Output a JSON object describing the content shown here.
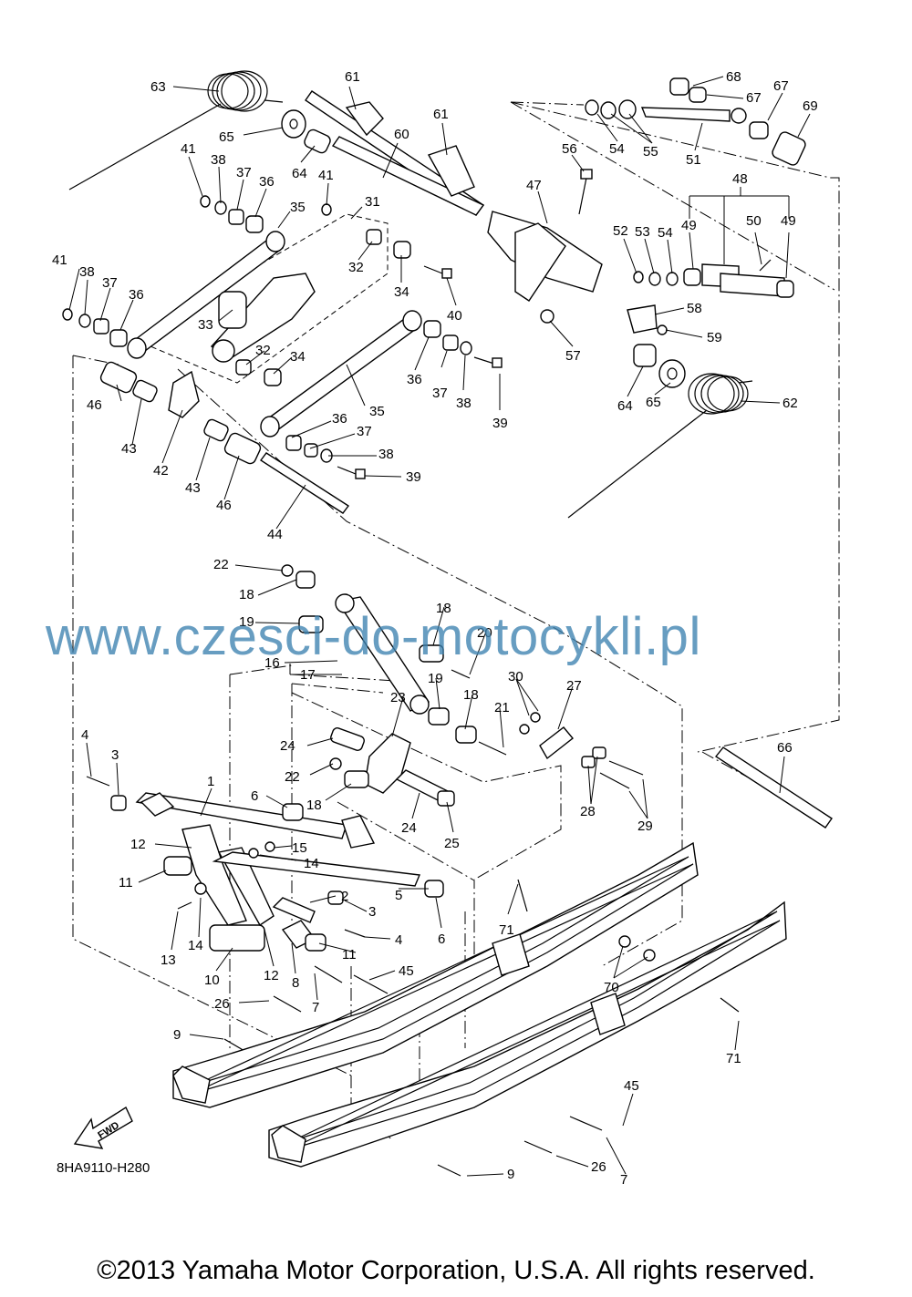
{
  "diagram": {
    "code": "8HA9110-H280",
    "fwd_label": "FWD",
    "watermark": "www.czesci-do-motocykli.pl",
    "copyright": "©2013 Yamaha Motor Corporation, U.S.A. All rights reserved."
  },
  "callouts": [
    "63",
    "61",
    "61",
    "65",
    "60",
    "64",
    "41",
    "38",
    "37",
    "36",
    "35",
    "31",
    "41",
    "68",
    "67",
    "67",
    "69",
    "54",
    "55",
    "51",
    "56",
    "47",
    "48",
    "52",
    "53",
    "54",
    "49",
    "50",
    "49",
    "41",
    "38",
    "37",
    "36",
    "33",
    "32",
    "34",
    "32",
    "40",
    "34",
    "58",
    "57",
    "59",
    "36",
    "37",
    "38",
    "39",
    "64",
    "65",
    "62",
    "46",
    "43",
    "42",
    "35",
    "36",
    "37",
    "38",
    "39",
    "43",
    "46",
    "44",
    "22",
    "18",
    "18",
    "19",
    "20",
    "16",
    "17",
    "19",
    "30",
    "27",
    "18",
    "23",
    "21",
    "24",
    "22",
    "18",
    "6",
    "24",
    "25",
    "66",
    "28",
    "29",
    "4",
    "3",
    "1",
    "12",
    "15",
    "14",
    "11",
    "2",
    "3",
    "5",
    "6",
    "71",
    "13",
    "14",
    "4",
    "10",
    "12",
    "8",
    "11",
    "45",
    "7",
    "70",
    "26",
    "9",
    "71",
    "45",
    "26",
    "7",
    "9"
  ]
}
